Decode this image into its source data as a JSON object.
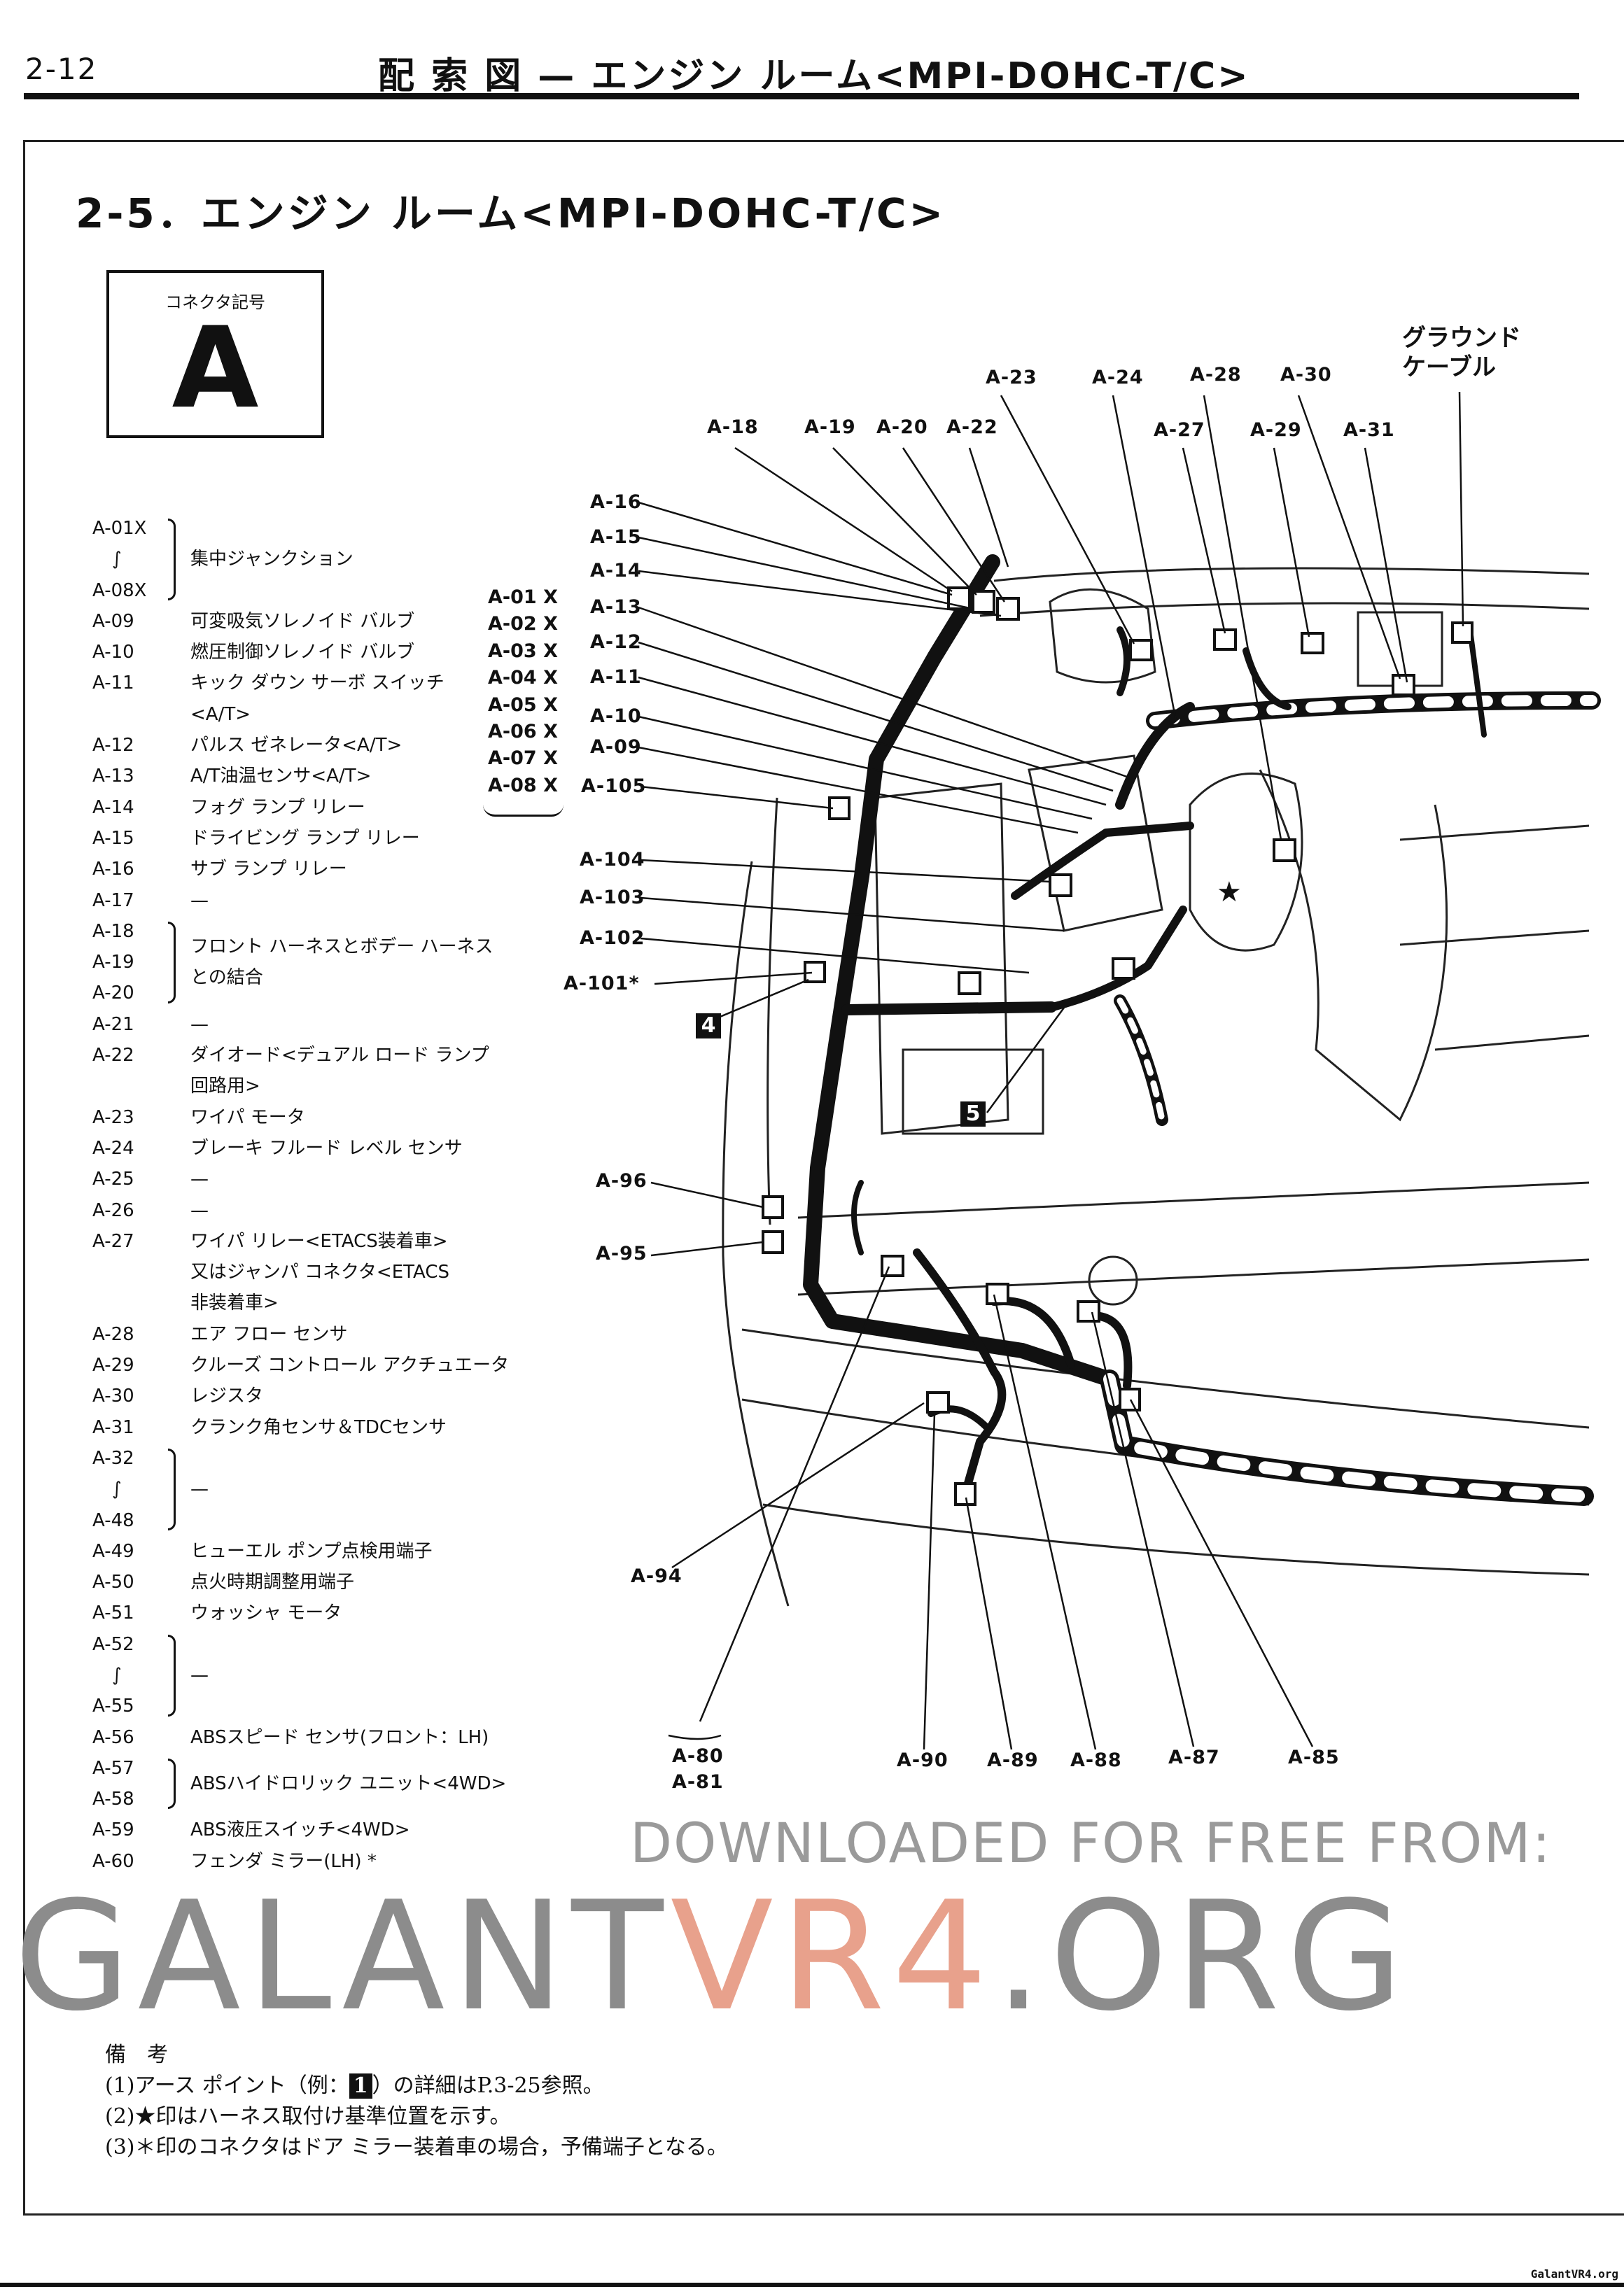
{
  "header": {
    "page_number": "2-12",
    "title": "配 索 図 — エンジン ルーム<MPI-DOHC-T/C>"
  },
  "section_title": "2-5．エンジン ルーム<MPI-DOHC-T/C>",
  "connector_box": {
    "caption": "コネクタ記号",
    "letter": "A"
  },
  "legend": [
    {
      "codes": [
        "A-01X",
        "∫",
        "A-08X"
      ],
      "bracket": true,
      "desc": [
        "集中ジャンクション"
      ]
    },
    {
      "codes": [
        "A-09"
      ],
      "desc": [
        "可変吸気ソレノイド バルブ"
      ]
    },
    {
      "codes": [
        "A-10"
      ],
      "desc": [
        "燃圧制御ソレノイド バルブ"
      ]
    },
    {
      "codes": [
        "A-11",
        ""
      ],
      "desc": [
        "キック ダウン サーボ スイッチ",
        "<A/T>"
      ]
    },
    {
      "codes": [
        "A-12"
      ],
      "desc": [
        "パルス ゼネレータ<A/T>"
      ]
    },
    {
      "codes": [
        "A-13"
      ],
      "desc": [
        "A/T油温センサ<A/T>"
      ]
    },
    {
      "codes": [
        "A-14"
      ],
      "desc": [
        "フォグ ランプ リレー"
      ]
    },
    {
      "codes": [
        "A-15"
      ],
      "desc": [
        "ドライビング ランプ リレー"
      ]
    },
    {
      "codes": [
        "A-16"
      ],
      "desc": [
        "サブ ランプ リレー"
      ]
    },
    {
      "codes": [
        "A-17"
      ],
      "desc": [
        "—"
      ]
    },
    {
      "codes": [
        "A-18",
        "A-19",
        "A-20"
      ],
      "bracket": true,
      "desc": [
        "フロント ハーネスとボデー ハーネス",
        "との結合"
      ]
    },
    {
      "codes": [
        "A-21"
      ],
      "desc": [
        "—"
      ]
    },
    {
      "codes": [
        "A-22",
        ""
      ],
      "desc": [
        "ダイオード<デュアル ロード ランプ",
        "回路用>"
      ]
    },
    {
      "codes": [
        "A-23"
      ],
      "desc": [
        "ワイパ モータ"
      ]
    },
    {
      "codes": [
        "A-24"
      ],
      "desc": [
        "ブレーキ フルード レベル センサ"
      ]
    },
    {
      "codes": [
        "A-25"
      ],
      "desc": [
        "—"
      ]
    },
    {
      "codes": [
        "A-26"
      ],
      "desc": [
        "—"
      ]
    },
    {
      "codes": [
        "A-27",
        "",
        ""
      ],
      "desc": [
        "ワイパ リレー<ETACS装着車>",
        "又はジャンパ コネクタ<ETACS",
        "非装着車>"
      ]
    },
    {
      "codes": [
        "A-28"
      ],
      "desc": [
        "エア フロー センサ"
      ]
    },
    {
      "codes": [
        "A-29"
      ],
      "desc": [
        "クルーズ コントロール アクチュエータ"
      ]
    },
    {
      "codes": [
        "A-30"
      ],
      "desc": [
        "レジスタ"
      ]
    },
    {
      "codes": [
        "A-31"
      ],
      "desc": [
        "クランク角センサ＆TDCセンサ"
      ]
    },
    {
      "codes": [
        "A-32",
        "∫",
        "A-48"
      ],
      "bracket": true,
      "desc": [
        "—"
      ]
    },
    {
      "codes": [
        "A-49"
      ],
      "desc": [
        "ヒューエル ポンプ点検用端子"
      ]
    },
    {
      "codes": [
        "A-50"
      ],
      "desc": [
        "点火時期調整用端子"
      ]
    },
    {
      "codes": [
        "A-51"
      ],
      "desc": [
        "ウォッシャ モータ"
      ]
    },
    {
      "codes": [
        "A-52",
        "∫",
        "A-55"
      ],
      "bracket": true,
      "desc": [
        "—"
      ]
    },
    {
      "codes": [
        "A-56"
      ],
      "desc": [
        "ABSスピード センサ(フロント：LH)"
      ]
    },
    {
      "codes": [
        "A-57",
        "A-58"
      ],
      "bracket": true,
      "desc": [
        "ABSハイドロリック ユニット<4WD>"
      ]
    },
    {
      "codes": [
        "A-59"
      ],
      "desc": [
        "ABS液圧スイッチ<4WD>"
      ]
    },
    {
      "codes": [
        "A-60"
      ],
      "desc": [
        "フェンダ ミラー(LH) *"
      ]
    }
  ],
  "junction_labels": [
    "A-01 X",
    "A-02 X",
    "A-03 X",
    "A-04 X",
    "A-05 X",
    "A-06 X",
    "A-07 X",
    "A-08 X"
  ],
  "callouts": {
    "a23": "A-23",
    "a24": "A-24",
    "a28": "A-28",
    "a30": "A-30",
    "a18": "A-18",
    "a19": "A-19",
    "a20": "A-20",
    "a22": "A-22",
    "a27": "A-27",
    "a29": "A-29",
    "a31": "A-31",
    "a16": "A-16",
    "a15": "A-15",
    "a14": "A-14",
    "a13": "A-13",
    "a12": "A-12",
    "a11": "A-11",
    "a10": "A-10",
    "a09": "A-09",
    "a105": "A-105",
    "a104": "A-104",
    "a103": "A-103",
    "a102": "A-102",
    "a101": "A-101*",
    "a96": "A-96",
    "a95": "A-95",
    "a94": "A-94",
    "a80": "A-80",
    "a81": "A-81",
    "a90": "A-90",
    "a89": "A-89",
    "a88": "A-88",
    "a87": "A-87",
    "a85": "A-85"
  },
  "ground_cable": [
    "グラウンド",
    "ケーブル"
  ],
  "ground_points": [
    "4",
    "5"
  ],
  "notes": {
    "heading": "備　考",
    "n1_pre": "(1)アース ポイント（例：",
    "n1_mark": "1",
    "n1_post": "）の詳細はP.3-25参照。",
    "n2": "(2)★印はハーネス取付け基準位置を示す。",
    "n3": "(3)＊印のコネクタはドア ミラー装着車の場合，予備端子となる。"
  },
  "watermark": {
    "line1": "DOWNLOADED FOR FREE FROM:",
    "site_a": "GALANT",
    "site_b": "VR4",
    "site_c": ".ORG"
  },
  "footer_site": "GalantVR4.org",
  "star_mark": "★"
}
